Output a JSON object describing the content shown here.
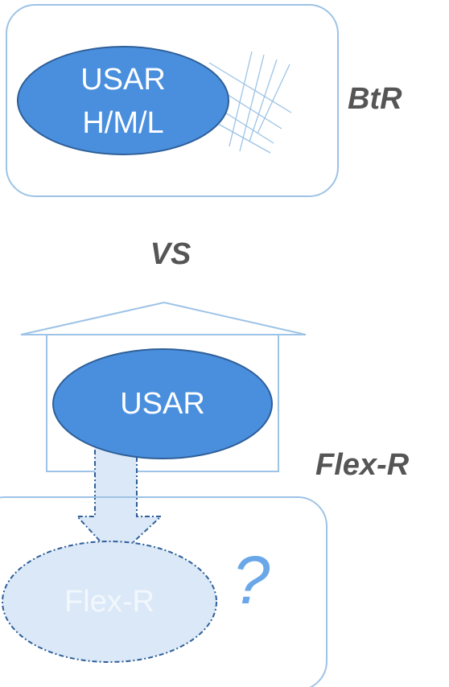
{
  "top_panel": {
    "ellipse_line1": "USAR",
    "ellipse_line2": "H/M/L",
    "label": "BtR"
  },
  "middle": {
    "label": "VS"
  },
  "bottom_panel": {
    "house_ellipse_label": "USAR",
    "target_ellipse_label": "Flex-R",
    "label": "Flex-R",
    "question_mark": "?"
  },
  "colors": {
    "outline": "#9dc3e6",
    "ellipse_fill": "#4a8fdd",
    "ellipse_stroke": "#2e5f99",
    "pale_fill": "#dbe8f7",
    "dark_label": "#555555",
    "question": "#6aa7e8",
    "white": "#ffffff",
    "pale_text": "#f2f7fd"
  }
}
